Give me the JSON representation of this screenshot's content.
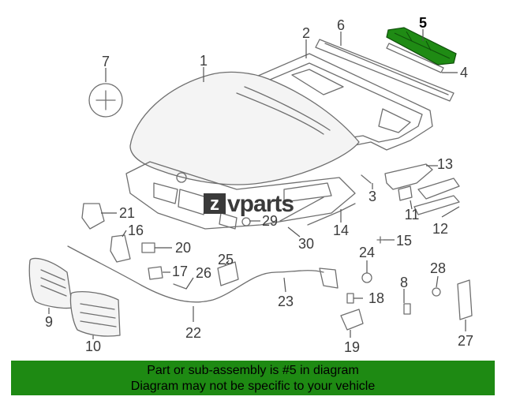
{
  "callouts": {
    "c1": "1",
    "c2": "2",
    "c3": "3",
    "c4": "4",
    "c5": "5",
    "c6": "6",
    "c7": "7",
    "c8": "8",
    "c9": "9",
    "c10": "10",
    "c11": "11",
    "c12": "12",
    "c13": "13",
    "c14": "14",
    "c15": "15",
    "c16": "16",
    "c17": "17",
    "c18": "18",
    "c19": "19",
    "c20": "20",
    "c21": "21",
    "c22": "22",
    "c23": "23",
    "c24": "24",
    "c25": "25",
    "c26": "26",
    "c27": "27",
    "c28": "28",
    "c29": "29",
    "c30": "30"
  },
  "highlighted_part": "5",
  "highlight_color": "#1f8b14",
  "watermark": {
    "prefix": "z",
    "text": "vparts"
  },
  "banner": {
    "line1": "Part or sub-assembly is #5 in diagram",
    "line2": "Diagram may not be specific to your vehicle",
    "color": "#1e8a13"
  }
}
